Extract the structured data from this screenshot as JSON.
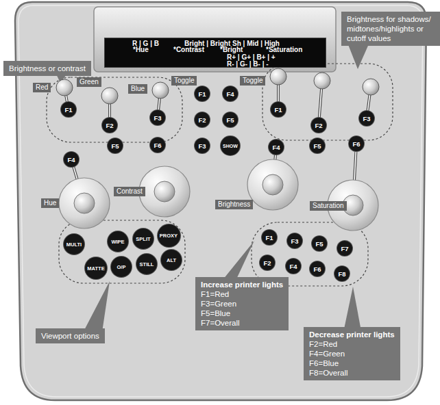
{
  "diagram": {
    "nodes": [
      {
        "text": [
          "R | G | B",
          "Bright | Bright Sh | Mid | High",
          "*Hue",
          "*Contrast",
          "*Bright",
          "*Saturation",
          "R+ | G+ | B+ | +",
          "R- | G- | B- | -"
        ]
      },
      {
        "text": [
          "Brightness or contrast"
        ]
      },
      {
        "text": [
          "Brightness for shadows/ midtones/highlights or cutoff values"
        ]
      },
      {
        "text": [
          "Toggle"
        ]
      },
      {
        "text": [
          "Toggle"
        ]
      },
      {
        "text": [
          "Red"
        ]
      },
      {
        "text": [
          "Green"
        ]
      },
      {
        "text": [
          "Blue"
        ]
      },
      {
        "text": [
          "F1"
        ]
      },
      {
        "text": [
          "F2"
        ]
      },
      {
        "text": [
          "F3"
        ]
      },
      {
        "text": [
          "F1"
        ]
      },
      {
        "text": [
          "F4"
        ]
      },
      {
        "text": [
          "F2"
        ]
      },
      {
        "text": [
          "F5"
        ]
      },
      {
        "text": [
          "F3"
        ]
      },
      {
        "text": [
          "SHOW"
        ]
      },
      {
        "text": [
          "F1"
        ]
      },
      {
        "text": [
          "F2"
        ]
      },
      {
        "text": [
          "F3"
        ]
      },
      {
        "text": [
          "F5"
        ]
      },
      {
        "text": [
          "F6"
        ]
      },
      {
        "text": [
          "F4"
        ]
      },
      {
        "text": [
          "Hue"
        ]
      },
      {
        "text": [
          "Contrast"
        ]
      },
      {
        "text": [
          "F4"
        ]
      },
      {
        "text": [
          "F5"
        ]
      },
      {
        "text": [
          "F6"
        ]
      },
      {
        "text": [
          "Brightness"
        ]
      },
      {
        "text": [
          "Saturation"
        ]
      },
      {
        "text": [
          "MULTI"
        ]
      },
      {
        "text": [
          "WIPE"
        ]
      },
      {
        "text": [
          "SPLIT"
        ]
      },
      {
        "text": [
          "PROXY"
        ]
      },
      {
        "text": [
          "MATTE"
        ]
      },
      {
        "text": [
          "O/P"
        ]
      },
      {
        "text": [
          "STILL"
        ]
      },
      {
        "text": [
          "ALT"
        ]
      },
      {
        "text": [
          "F1"
        ]
      },
      {
        "text": [
          "F3"
        ]
      },
      {
        "text": [
          "F5"
        ]
      },
      {
        "text": [
          "F7"
        ]
      },
      {
        "text": [
          "F2"
        ]
      },
      {
        "text": [
          "F4"
        ]
      },
      {
        "text": [
          "F6"
        ]
      },
      {
        "text": [
          "F8"
        ]
      },
      {
        "text": [
          "Viewport options"
        ]
      },
      {
        "text": [
          "Increase printer lights",
          "F1=Red F3=Green F5=Blue F7=Overall"
        ]
      },
      {
        "text": [
          "Decrease printer lights",
          "F2=Red F4=Green F6=Blue F8=Overall"
        ]
      }
    ]
  }
}
